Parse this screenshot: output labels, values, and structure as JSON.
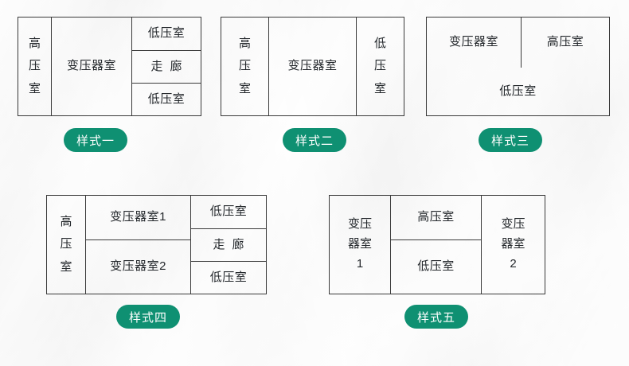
{
  "page": {
    "background_color": "#f4f4f4",
    "badge_color": "#0f9072",
    "line_color": "#3a3a3a",
    "text_color": "#23272b"
  },
  "diagrams": [
    {
      "id": "style-1",
      "badge": "样式一",
      "cells": {
        "left": "高\n压\n室",
        "middle": "变压器室",
        "right_top": "低压室",
        "right_mid": "走廊",
        "right_bottom": "低压室"
      }
    },
    {
      "id": "style-2",
      "badge": "样式二",
      "cells": {
        "left": "高\n压\n室",
        "middle": "变压器室",
        "right": "低\n压\n室"
      }
    },
    {
      "id": "style-3",
      "badge": "样式三",
      "cells": {
        "top_left": "变压器室",
        "top_right": "高压室",
        "bottom": "低压室"
      }
    },
    {
      "id": "style-4",
      "badge": "样式四",
      "cells": {
        "left": "高\n压\n室",
        "middle_top": "变压器室1",
        "middle_bottom": "变压器室2",
        "right_top": "低压室",
        "right_mid": "走廊",
        "right_bottom": "低压室"
      }
    },
    {
      "id": "style-5",
      "badge": "样式五",
      "cells": {
        "left": "变压\n器室\n1",
        "middle_top": "高压室",
        "middle_bottom": "低压室",
        "right": "变压\n器室\n2"
      }
    }
  ]
}
